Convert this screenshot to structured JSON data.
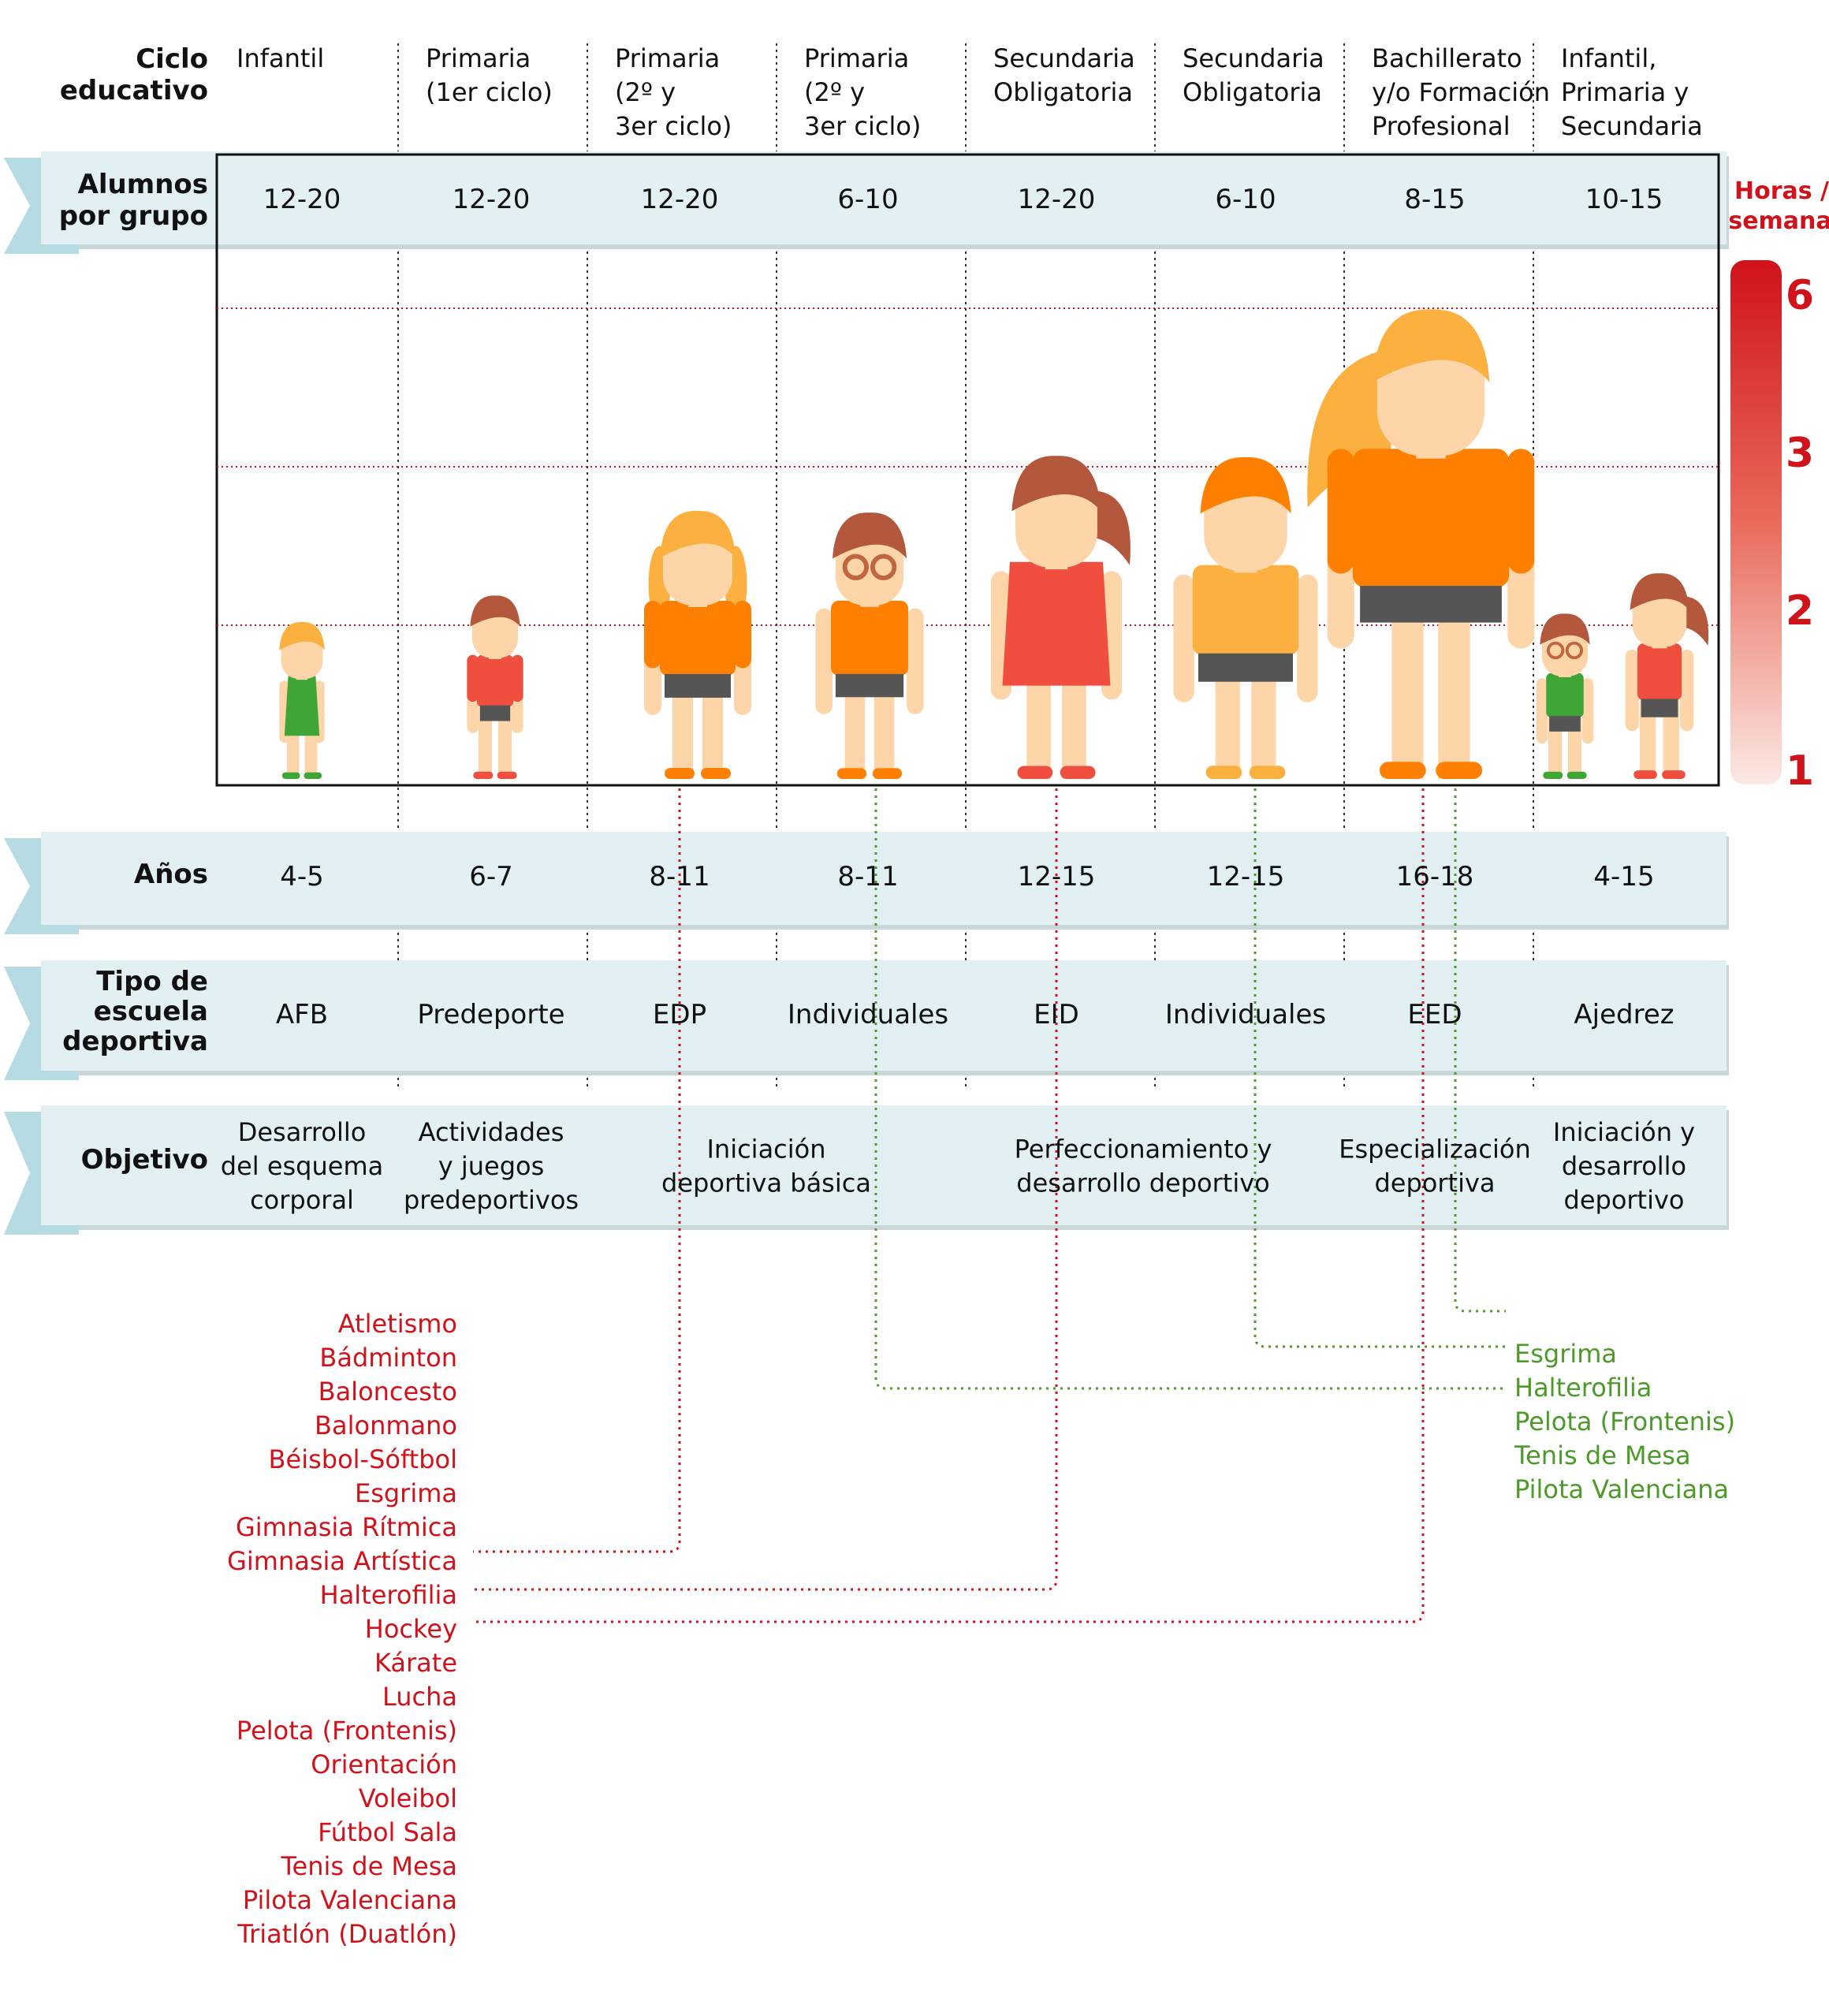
{
  "columns": [
    {
      "ciclo": [
        "Infantil"
      ],
      "alumnos": "12-20",
      "anos": "4-5",
      "tipo": [
        "AFB"
      ]
    },
    {
      "ciclo": [
        "Primaria",
        "(1er ciclo)"
      ],
      "alumnos": "12-20",
      "anos": "6-7",
      "tipo": [
        "Predeporte"
      ]
    },
    {
      "ciclo": [
        "Primaria",
        "(2º y",
        "3er ciclo)"
      ],
      "alumnos": "12-20",
      "anos": "8-11",
      "tipo": [
        "EDP"
      ]
    },
    {
      "ciclo": [
        "Primaria",
        "(2º y",
        "3er ciclo)"
      ],
      "alumnos": "6-10",
      "anos": "8-11",
      "tipo": [
        "Individuales"
      ]
    },
    {
      "ciclo": [
        "Secundaria",
        "Obligatoria"
      ],
      "alumnos": "12-20",
      "anos": "12-15",
      "tipo": [
        "EID"
      ]
    },
    {
      "ciclo": [
        "Secundaria",
        "Obligatoria"
      ],
      "alumnos": "6-10",
      "anos": "12-15",
      "tipo": [
        "Individuales"
      ]
    },
    {
      "ciclo": [
        "Bachillerato",
        "y/o Formación",
        "Profesional"
      ],
      "alumnos": "8-15",
      "anos": "16-18",
      "tipo": [
        "EED"
      ]
    },
    {
      "ciclo": [
        "Infantil,",
        "Primaria y",
        "Secundaria"
      ],
      "alumnos": "10-15",
      "anos": "4-15",
      "tipo": [
        "Ajedrez"
      ]
    }
  ],
  "objetivos": [
    {
      "lines": [
        "Desarrollo",
        "del esquema",
        "corporal"
      ]
    },
    {
      "lines": [
        "Actividades",
        "y juegos",
        "predeportivos"
      ]
    },
    {
      "lines": [
        "Iniciación",
        "deportiva básica"
      ]
    },
    {
      "lines": [
        "Perfeccionamiento y",
        "desarrollo deportivo"
      ]
    },
    {
      "lines": [
        "Especialización",
        "deportiva"
      ]
    },
    {
      "lines": [
        "Iniciación y",
        "desarrollo",
        "deportivo"
      ]
    }
  ],
  "row_labels": {
    "ciclo": [
      "Ciclo",
      "educativo"
    ],
    "alumnos": [
      "Alumnos",
      "por grupo"
    ],
    "anos": [
      "Años"
    ],
    "tipo": [
      "Tipo de",
      "escuela",
      "deportiva"
    ],
    "objetivo": [
      "Objetivo"
    ]
  },
  "horas": {
    "title": [
      "Horas /",
      "semana"
    ],
    "ticks": [
      "6",
      "3",
      "2",
      "1"
    ]
  },
  "sports_red": [
    "Atletismo",
    "Bádminton",
    "Baloncesto",
    "Balonmano",
    "Béisbol-Sóftbol",
    "Esgrima",
    "Gimnasia Rítmica",
    "Gimnasia Artística",
    "Halterofilia",
    "Hockey",
    "Kárate",
    "Lucha",
    "Pelota (Frontenis)",
    "Orientación",
    "Voleibol",
    "Fútbol Sala",
    "Tenis de Mesa",
    "Pilota Valenciana",
    "Triatlón (Duatlón)"
  ],
  "sports_green": [
    "Esgrima",
    "Halterofilia",
    "Pelota (Frontenis)",
    "Tenis de Mesa",
    "Pilota Valenciana"
  ],
  "colors": {
    "red": "#d0121b",
    "green": "#4c9a2a",
    "band": "#e2f0f3",
    "band_tab": "#b7dbe2",
    "orange": "#ff8000"
  }
}
